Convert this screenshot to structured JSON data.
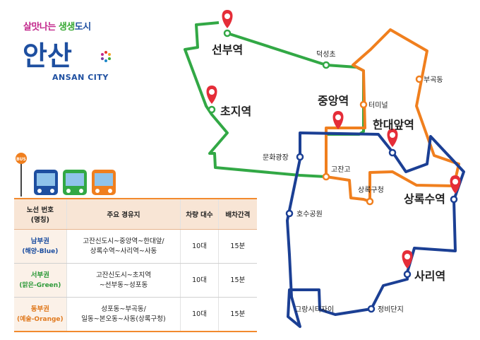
{
  "brand": {
    "slogan_part1": "살맛나는 ",
    "slogan_part2": "생생",
    "slogan_part3": "도시",
    "logo_text": "안산",
    "city_en": "ANSAN CITY"
  },
  "bus_stop_sign": "BUS",
  "stations": {
    "seonbu": "선부역",
    "choji": "초지역",
    "jungang": "중앙역",
    "hanyang": "한대앞역",
    "sangnoksu": "상록수역",
    "sari": "사리역",
    "deokseongcho": "덕성초",
    "terminal": "터미널",
    "bugokdong": "부곡동",
    "munhwa": "문화광장",
    "gojan": "고잔고",
    "sangnokgu": "상록구청",
    "hosu": "호수공원",
    "granciel": "그랑시티자이",
    "jeongbi": "정비단지"
  },
  "route_colors": {
    "blue": "#1b3f94",
    "green": "#32a845",
    "orange": "#f07f1e",
    "marker": "#e52d38"
  },
  "table": {
    "headers": [
      "노선 번호\n(명칭)",
      "주요 경유지",
      "차량 대수",
      "배차간격"
    ],
    "rows": [
      {
        "name": "남부권",
        "color_name": "(해양-Blue)",
        "via": "고잔신도시~중앙역~한대앞/\n상록수역~사리역~사동",
        "buses": "10대",
        "interval": "15분"
      },
      {
        "name": "서부권",
        "color_name": "(맑은-Green)",
        "via": "고잔신도시~초지역\n~선부동~성포동",
        "buses": "10대",
        "interval": "15분"
      },
      {
        "name": "동부권",
        "color_name": "(예술-Orange)",
        "via": "성포동~부곡동/\n일동~본오동~사동(상록구청)",
        "buses": "10대",
        "interval": "15분"
      }
    ]
  }
}
